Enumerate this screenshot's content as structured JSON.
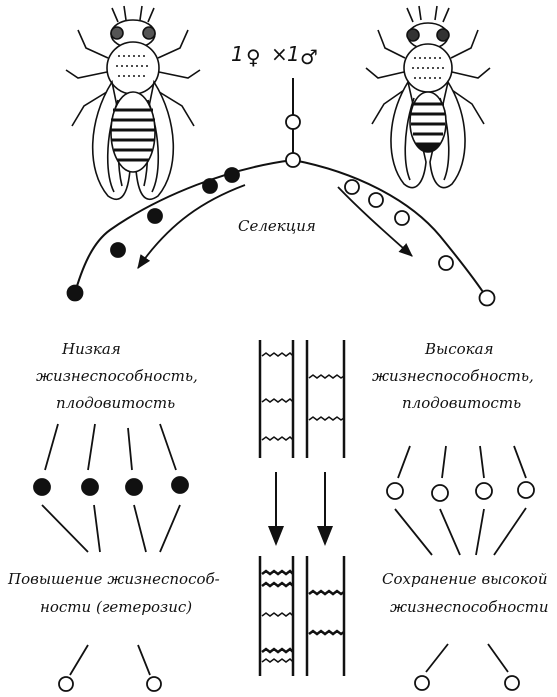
{
  "cross": {
    "female_count": "1",
    "female_symbol": "♀",
    "times": "×",
    "male_count": "1",
    "male_symbol": "♂"
  },
  "selection_label": "Селекция",
  "left_text": {
    "line1": "Низкая",
    "line2": "жизнеспособность,",
    "line3": "плодовитость"
  },
  "right_text": {
    "line1": "Высокая",
    "line2": "жизнеспособность,",
    "line3": "плодовитость"
  },
  "bottom_left_text": {
    "line1": "Повышение жизнеспособ-",
    "line2": "ности (гетерозис)"
  },
  "bottom_right_text": {
    "line1": "Сохранение высокой",
    "line2": "жизнеспособности"
  },
  "icons": {
    "female_fly": "fruit-fly-female-drawing",
    "male_fly": "fruit-fly-male-drawing"
  },
  "colors": {
    "ink": "#111111",
    "background": "#ffffff"
  }
}
